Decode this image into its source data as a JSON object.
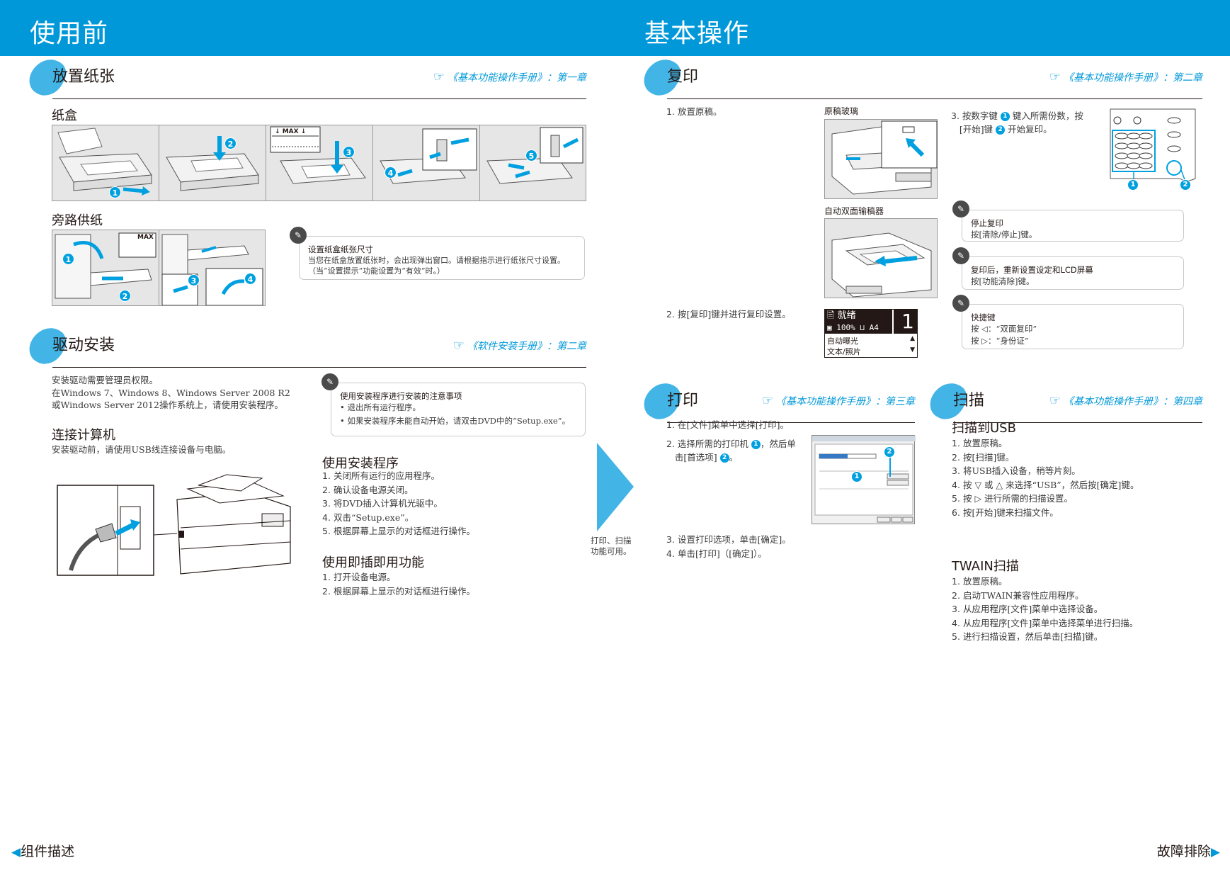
{
  "left_banner": "使用前",
  "right_banner": "基本操作",
  "paper": {
    "title": "放置纸张",
    "ref": "《基本功能操作手册》：第一章",
    "cassette_title": "纸盒",
    "cassette_max_label": "MAX",
    "bypass_title": "旁路供纸",
    "bypass_max_label": "MAX",
    "note_title": "设置纸盒纸张尺寸",
    "note_body": "当您在纸盒放置纸张时，会出现弹出窗口。请根据指示进行纸张尺寸设置。（当“设置提示”功能设置为“有效”时。）"
  },
  "driver": {
    "title": "驱动安装",
    "ref": "《软件安装手册》：第二章",
    "p1": "安装驱动需要管理员权限。",
    "p2": "在Windows 7、Windows 8、Windows Server 2008 R2或Windows Server 2012操作系统上，请使用安装程序。",
    "note_title": "使用安装程序进行安装的注意事项",
    "note_items": [
      "• 退出所有运行程序。",
      "• 如果安装程序未能自动开始，请双击DVD中的“Setup.exe”。"
    ],
    "connect_title": "连接计算机",
    "connect_text": "安装驱动前，请使用USB线连接设备与电脑。",
    "installer_title": "使用安装程序",
    "installer_steps": [
      "关闭所有运行的应用程序。",
      "确认设备电源关闭。",
      "将DVD插入计算机光驱中。",
      "双击“Setup.exe”。",
      "根据屏幕上显示的对话框进行操作。"
    ],
    "pnp_title": "使用即插即用功能",
    "pnp_steps": [
      "打开设备电源。",
      "根据屏幕上显示的对话框进行操作。"
    ]
  },
  "arrow_caption": [
    "打印、扫描",
    "功能可用。"
  ],
  "copy": {
    "title": "复印",
    "ref": "《基本功能操作手册》：第二章",
    "step1": "放置原稿。",
    "step2": "按[复印]键并进行复印设置。",
    "step3_a": "按数字键",
    "step3_b": "键入所需份数，按",
    "step3_c": "[开始]键",
    "step3_d": "开始复印。",
    "glass_caption": "原稿玻璃",
    "adf_caption": "自动双面输稿器",
    "lcd_rows": [
      "就绪",
      "100%",
      "A4",
      "自动曝光",
      "文本/照片"
    ],
    "lcd_count": "1",
    "notes": [
      {
        "title": "停止复印",
        "body": "按[清除/停止]键。"
      },
      {
        "title": "复印后，重新设置设定和LCD屏幕",
        "body": "按[功能清除]键。"
      },
      {
        "title": "快捷键",
        "body": "按 ◁：“双面复印”",
        "body2": "按 ▷：“身份证”"
      }
    ]
  },
  "print": {
    "title": "打印",
    "ref": "《基本功能操作手册》：第三章",
    "step1": "在[文件]菜单中选择[打印]。",
    "step2_a": "选择所需的打印机",
    "step2_b": "，然后单",
    "step2_c": "击[首选项]",
    "step2_d": "。",
    "step3": "设置打印选项，单击[确定]。",
    "step4": "单击[打印]（[确定]）。"
  },
  "scan": {
    "title": "扫描",
    "ref": "《基本功能操作手册》：第四章",
    "usb_title": "扫描到USB",
    "usb_steps": [
      "放置原稿。",
      "按[扫描]键。",
      "将USB插入设备，稍等片刻。",
      "按 ▽ 或 △ 来选择“USB”，然后按[确定]键。",
      "按 ▷ 进行所需的扫描设置。",
      "按[开始]键来扫描文件。"
    ],
    "twain_title": "TWAIN扫描",
    "twain_steps": [
      "放置原稿。",
      "启动TWAIN兼容性应用程序。",
      "从应用程序[文件]菜单中选择设备。",
      "从应用程序[文件]菜单中选择菜单进行扫描。",
      "进行扫描设置，然后单击[扫描]键。"
    ]
  },
  "nav": {
    "prev": "组件描述",
    "next": "故障排除"
  },
  "badges": [
    "1",
    "2",
    "3",
    "4",
    "5"
  ],
  "colors": {
    "accent": "#0098d8",
    "blob": "#42b4e6",
    "badge": "#00a0e0"
  }
}
